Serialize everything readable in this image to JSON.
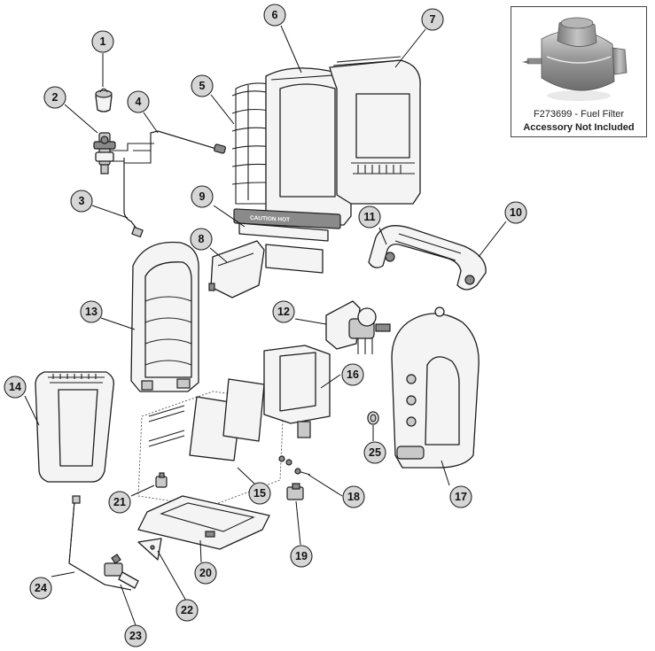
{
  "accessory": {
    "part_number": "F273699 - Fuel Filter",
    "note": "Accessory Not Included",
    "icon": "fuel-filter-icon"
  },
  "heater_plate_text": "CAUTION HOT",
  "callouts": [
    "1",
    "2",
    "3",
    "4",
    "5",
    "6",
    "7",
    "8",
    "9",
    "10",
    "11",
    "12",
    "13",
    "14",
    "15",
    "16",
    "17",
    "18",
    "19",
    "20",
    "21",
    "22",
    "23",
    "24",
    "25"
  ]
}
